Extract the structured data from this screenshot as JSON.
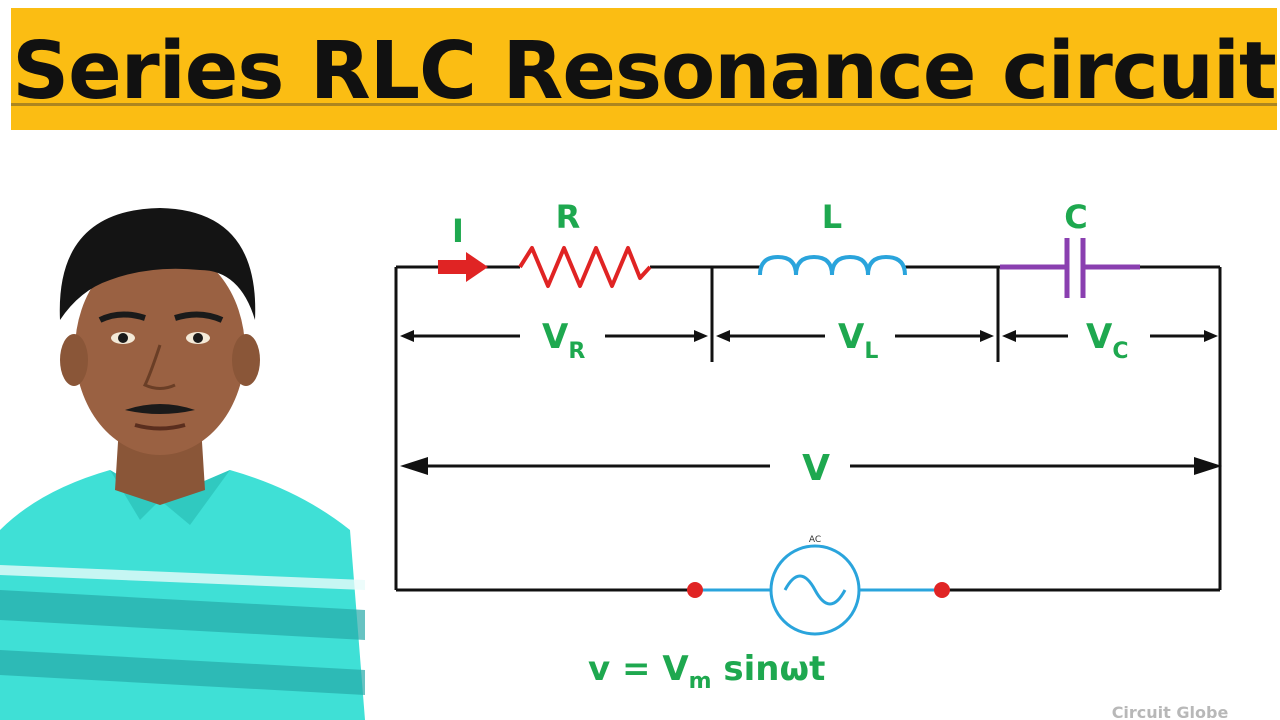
{
  "title": "Series RLC Resonance circuit",
  "diagram": {
    "current_label": "I",
    "resistor_label": "R",
    "inductor_label": "L",
    "capacitor_label": "C",
    "vr_main": "V",
    "vr_sub": "R",
    "vl_main": "V",
    "vl_sub": "L",
    "vc_main": "V",
    "vc_sub": "C",
    "total_voltage_label": "V",
    "source_tag": "AC",
    "equation_prefix": "v = V",
    "equation_sub": "m",
    "equation_suffix": " sinωt",
    "watermark": "Circuit Globe"
  },
  "colors": {
    "banner": "#fbbd13",
    "resistor": "#e02424",
    "inductor": "#2aa4dc",
    "capacitor": "#8a3fb0",
    "label_green": "#1ea84f",
    "source": "#2aa4dc",
    "node_dot": "#e02424"
  },
  "icons": {
    "current_arrow": "red-arrow-right",
    "presenter": "person-photo"
  }
}
